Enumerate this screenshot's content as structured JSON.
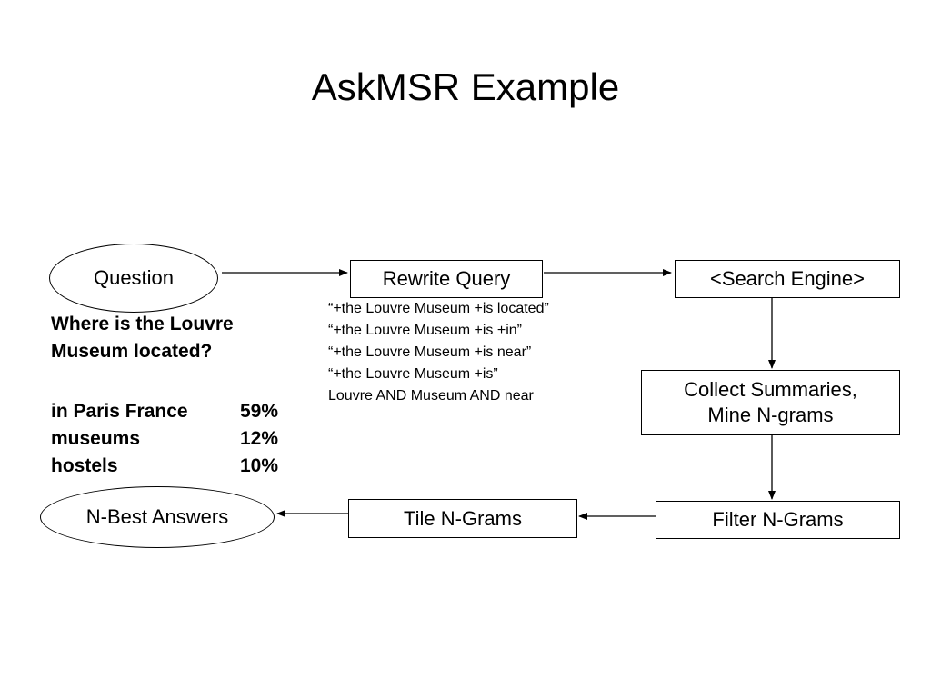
{
  "title": "AskMSR Example",
  "nodes": {
    "question": "Question",
    "rewrite_query": "Rewrite Query",
    "search_engine": "<Search Engine>",
    "collect_summaries": "Collect Summaries,\nMine N-grams",
    "filter_ngrams": "Filter N-Grams",
    "tile_ngrams": "Tile N-Grams",
    "nbest_answers": "N-Best Answers"
  },
  "example_question": "Where is the Louvre\nMuseum located?",
  "rewrites": [
    "“+the Louvre Museum +is located”",
    "“+the Louvre Museum +is +in”",
    "“+the Louvre Museum +is near”",
    "“+the Louvre Museum +is”",
    "Louvre AND Museum AND near"
  ],
  "answers": [
    {
      "text": "in Paris France",
      "score": "59%"
    },
    {
      "text": "museums",
      "score": "12%"
    },
    {
      "text": "hostels",
      "score": "10%"
    }
  ]
}
